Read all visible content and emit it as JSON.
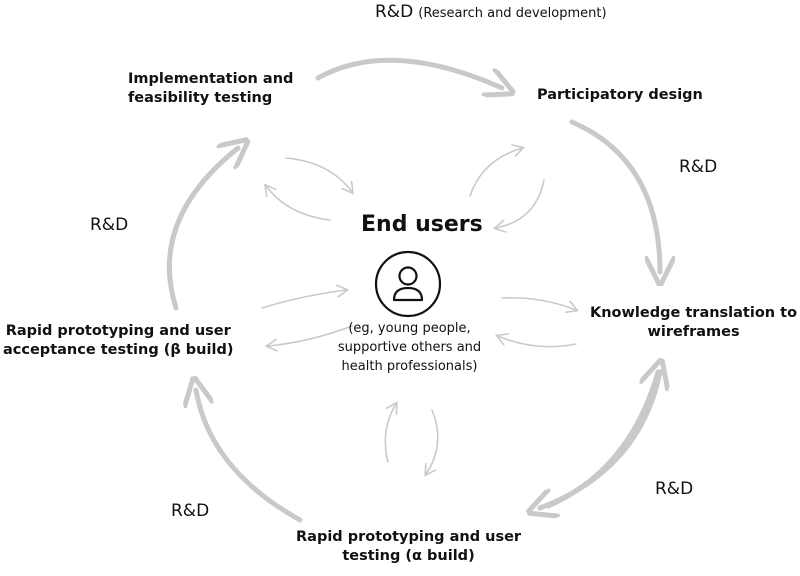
{
  "header": {
    "rd": "R&D",
    "rd_expansion": "(Research and development)"
  },
  "stages": {
    "participatory_design": "Participatory design",
    "knowledge_translation_line1": "Knowledge translation to",
    "knowledge_translation_line2": "wireframes",
    "alpha_line1": "Rapid prototyping and user",
    "alpha_line2": "testing (α build)",
    "beta_line1": "Rapid prototyping and user",
    "beta_line2": "acceptance testing (β build)",
    "implementation_line1": "Implementation and",
    "implementation_line2": "feasibility testing"
  },
  "rd_labels": {
    "right_upper": "R&D",
    "right_lower": "R&D",
    "bottom_left": "R&D",
    "left": "R&D"
  },
  "center": {
    "title": "End users",
    "icon": "person-icon",
    "sub_line1": "(eg, young people,",
    "sub_line2": "supportive others and",
    "sub_line3": "health professionals)"
  },
  "colors": {
    "arrow": "#c9c9c9",
    "text": "#111111"
  }
}
